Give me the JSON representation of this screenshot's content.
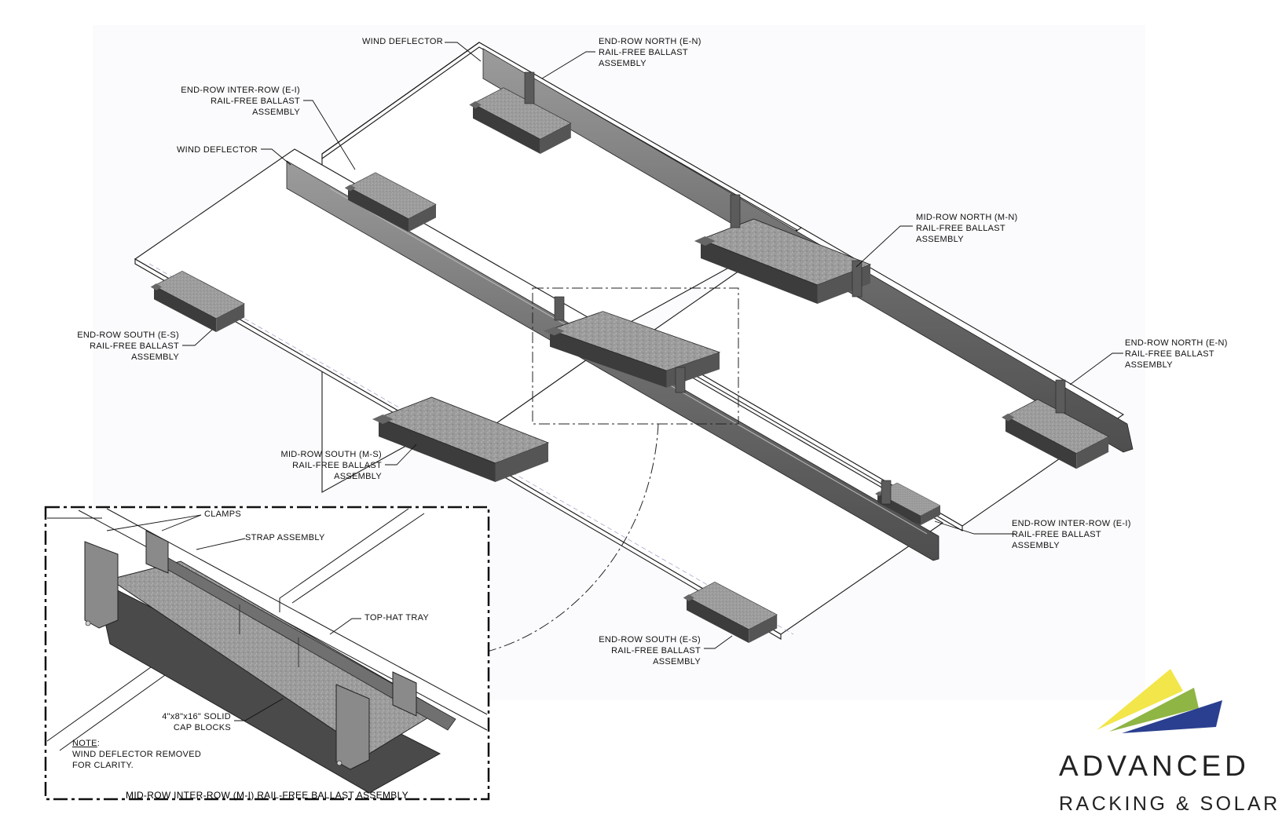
{
  "labels": {
    "wind_deflector_top": "WIND DEFLECTOR",
    "wind_deflector_mid": "WIND DEFLECTOR",
    "en_top": [
      "END-ROW NORTH (E-N)",
      "RAIL-FREE BALLAST",
      "ASSEMBLY"
    ],
    "ei_top": [
      "END-ROW INTER-ROW (E-I)",
      "RAIL-FREE BALLAST",
      "ASSEMBLY"
    ],
    "mn": [
      "MID-ROW NORTH (M-N)",
      "RAIL-FREE BALLAST",
      "ASSEMBLY"
    ],
    "en_right": [
      "END-ROW NORTH (E-N)",
      "RAIL-FREE BALLAST",
      "ASSEMBLY"
    ],
    "es_left": [
      "END-ROW SOUTH (E-S)",
      "RAIL-FREE BALLAST",
      "ASSEMBLY"
    ],
    "ms": [
      "MID-ROW SOUTH (M-S)",
      "RAIL-FREE BALLAST",
      "ASSEMBLY"
    ],
    "ei_right": [
      "END-ROW INTER-ROW (E-I)",
      "RAIL-FREE BALLAST",
      "ASSEMBLY"
    ],
    "es_bottom": [
      "END-ROW SOUTH (E-S)",
      "RAIL-FREE BALLAST",
      "ASSEMBLY"
    ]
  },
  "inset": {
    "clamps": "CLAMPS",
    "strap": "STRAP ASSEMBLY",
    "tray": "TOP-HAT TRAY",
    "blocks": [
      "4\"x8\"x16\" SOLID",
      "CAP BLOCKS"
    ],
    "note_title": "NOTE",
    "note_lines": [
      "WIND DEFLECTOR REMOVED",
      "FOR CLARITY."
    ],
    "title": "MID-ROW INTER-ROW (M-I) RAIL-FREE BALLAST ASSEMBLY"
  },
  "logo": {
    "line1": "ADVANCED",
    "line2": "RACKING & SOLAR",
    "colors": {
      "yellow": "#f2e64a",
      "green": "#8fb545",
      "blue": "#2a3f8f"
    }
  },
  "colors": {
    "line": "#1a1a1a",
    "metal_dark": "#4a4a4a",
    "metal_mid": "#7a7a7a",
    "metal_light": "#a8a8a8",
    "block": "#9a9a9a"
  }
}
